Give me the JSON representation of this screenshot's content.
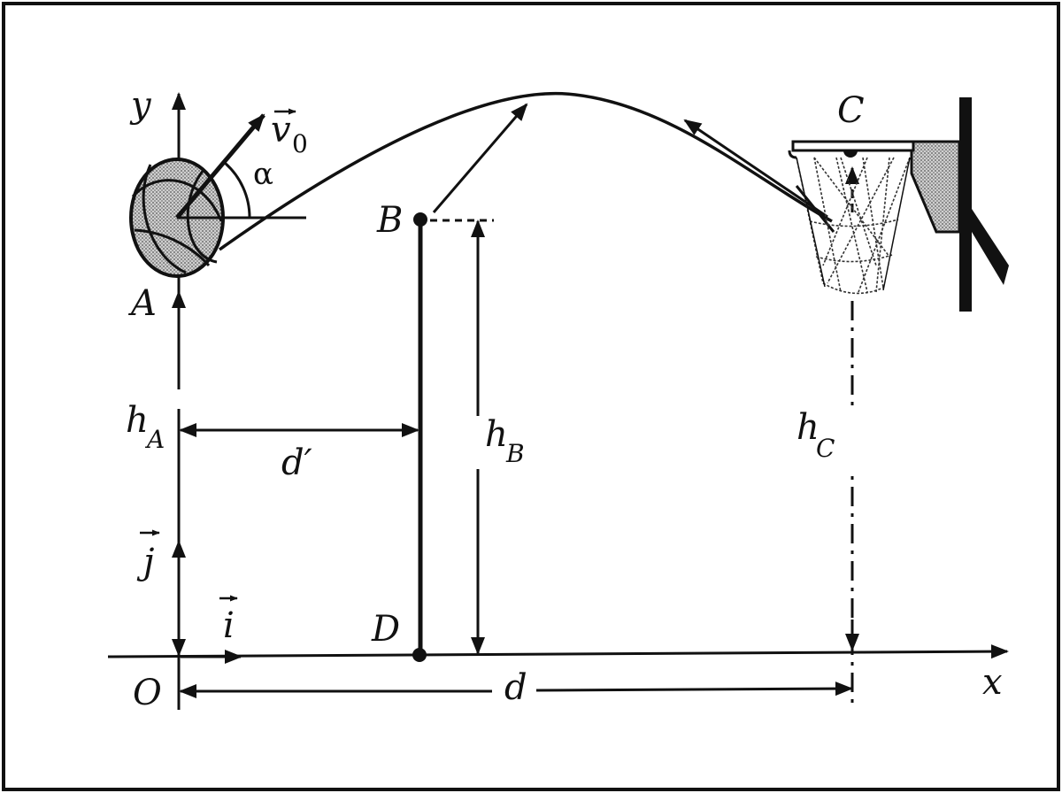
{
  "labels": {
    "y_axis": "y",
    "x_axis": "x",
    "origin": "O",
    "point_a": "A",
    "point_b": "B",
    "point_c": "C",
    "point_d": "D",
    "angle": "α",
    "velocity": "v",
    "velocity_sub": "0",
    "unit_i": "i",
    "unit_j": "j",
    "height_a": "h",
    "height_a_sub": "A",
    "height_b": "h",
    "height_b_sub": "B",
    "height_c": "h",
    "height_c_sub": "C",
    "dist_d_prime": "d′",
    "dist_d": "d"
  },
  "colors": {
    "ink": "#111111",
    "ball_fill": "#b9b9b9",
    "board_fill": "#d0d0d0"
  },
  "icons": {
    "ball": "basketball-icon",
    "hoop": "basketball-hoop-icon"
  }
}
